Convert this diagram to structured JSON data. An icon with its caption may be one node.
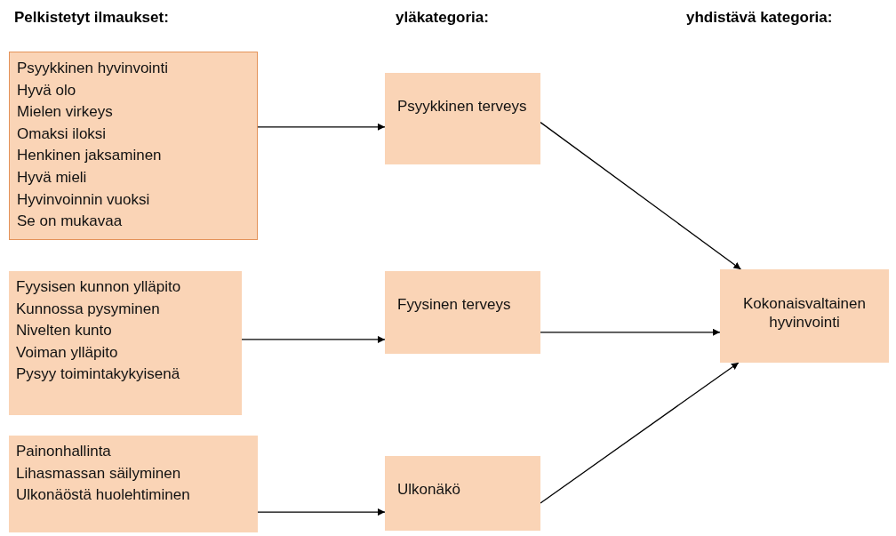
{
  "diagram": {
    "nodes": [
      {
        "text": [
          "Psyykkinen hyvinvointi",
          "Hyvä olo",
          "Mielen virkeys",
          "Omaksi iloksi",
          "Henkinen jaksaminen",
          "Hyvä mieli",
          "Hyvinvoinnin vuoksi",
          "Se on mukavaa"
        ]
      },
      {
        "text": [
          "Psyykkinen terveys"
        ]
      },
      {
        "text": [
          "Fyysisen kunnon ylläpito",
          "Kunnossa pysyminen",
          "Nivelten kunto",
          "Voiman ylläpito",
          "Pysyy toimintakykyisenä"
        ]
      },
      {
        "text": [
          "Fyysinen terveys"
        ]
      },
      {
        "text": [
          "Painonhallinta",
          "Lihasmassan säilyminen",
          "Ulkonäöstä huolehtiminen"
        ]
      },
      {
        "text": [
          "Ulkonäkö"
        ]
      },
      {
        "text": [
          "Kokonaisvaltainen hyvinvointi"
        ]
      }
    ],
    "edges": [
      {
        "from": 0,
        "to": 1,
        "arrow": "to"
      },
      {
        "from": 2,
        "to": 3,
        "arrow": "to"
      },
      {
        "from": 4,
        "to": 5,
        "arrow": "to"
      },
      {
        "from": 1,
        "to": 6,
        "arrow": "to"
      },
      {
        "from": 3,
        "to": 6,
        "arrow": "to"
      },
      {
        "from": 5,
        "to": 6,
        "arrow": "to"
      }
    ],
    "labels": [
      "Pelkistetyt ilmaukset:",
      "yläkategoria:",
      "yhdistävä kategoria:"
    ]
  }
}
